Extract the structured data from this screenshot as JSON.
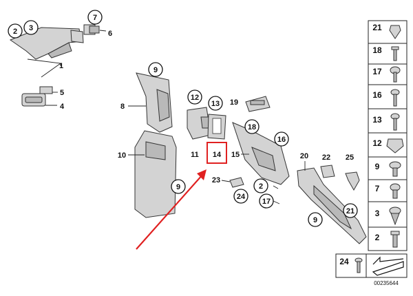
{
  "diagram": {
    "highlight_color": "#e02020",
    "callouts": {
      "c2a": "2",
      "c3": "3",
      "c7": "7",
      "c9a": "9",
      "c12": "12",
      "c13": "13",
      "c19": "19",
      "c18": "18",
      "c16": "16",
      "c9b": "9",
      "c24": "24",
      "c2b": "2",
      "c17": "17",
      "c21": "21",
      "c9c": "9"
    },
    "labels": {
      "l6": "6",
      "l1": "1",
      "l5": "5",
      "l4": "4",
      "l8": "8",
      "l10": "10",
      "l11": "11",
      "l14": "14",
      "l15": "15",
      "l20": "20",
      "l22": "22",
      "l25": "25",
      "l23": "23"
    },
    "sidebar": [
      "21",
      "18",
      "17",
      "16",
      "13",
      "12",
      "9",
      "7",
      "3",
      "2"
    ],
    "bottom_ref": "24",
    "catalog_number": "00235644"
  }
}
